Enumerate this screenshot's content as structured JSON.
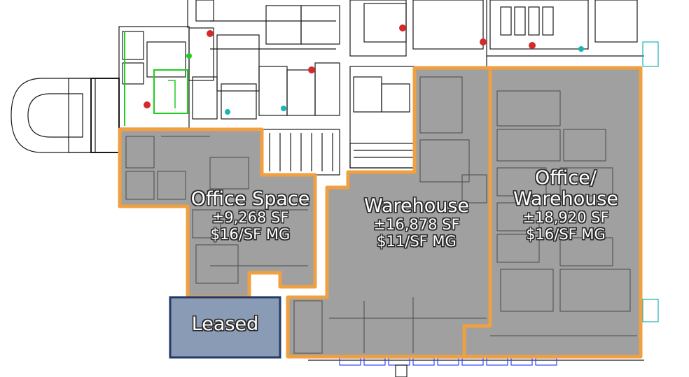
{
  "colors": {
    "outline": "#f0a040",
    "suite_fill": "#a0a0a0",
    "leased_fill": "#8a9bb5",
    "plan_lines": "#1a1a1a",
    "accent_green": "#22cc22",
    "accent_red": "#d42a2a",
    "accent_cyan": "#17b5b5"
  },
  "suites": {
    "office_space": {
      "title": "Office Space",
      "size": "±9,268 SF",
      "rate": "$16/SF MG"
    },
    "warehouse": {
      "title": "Warehouse",
      "size": "±16,878 SF",
      "rate": "$11/SF MG"
    },
    "office_warehouse": {
      "title_line1": "Office/",
      "title_line2": "Warehouse",
      "size": "±18,920 SF",
      "rate": "$16/SF MG"
    },
    "leased": {
      "title": "Leased"
    }
  }
}
